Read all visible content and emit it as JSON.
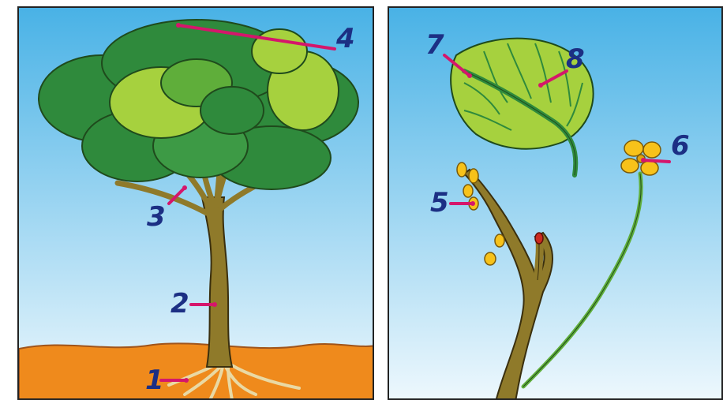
{
  "labels": {
    "n1": "1",
    "n2": "2",
    "n3": "3",
    "n4": "4",
    "n5": "5",
    "n6": "6",
    "n7": "7",
    "n8": "8"
  },
  "colors": {
    "sky_top": "#49b2e6",
    "sky_bottom": "#eef8fd",
    "soil": "#ef8a1c",
    "trunk": "#8f7a2a",
    "leaf_dark": "#2f8a3c",
    "leaf_mid": "#5fae3a",
    "leaf_light": "#a6d13e",
    "flower": "#f7c21a",
    "pointer": "#d5166b",
    "number": "#1c2f84"
  },
  "icons": {
    "left": "tree-with-roots",
    "right": "branch-flower-leaf"
  }
}
